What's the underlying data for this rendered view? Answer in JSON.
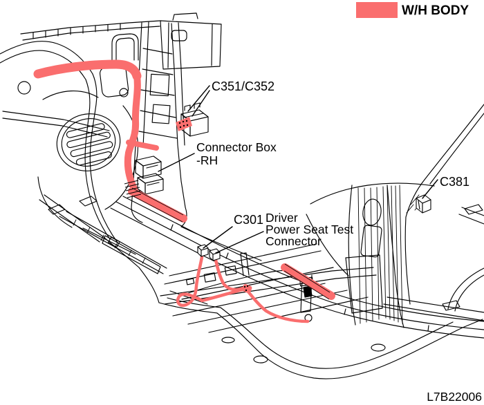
{
  "figure": {
    "code": "L7B22006"
  },
  "legend": {
    "label": "W/H BODY",
    "color": "#FA6E6E"
  },
  "callouts": {
    "c351_c352": "C351/C352",
    "connector_box_rh": [
      "Connector Box",
      "-RH"
    ],
    "c381": "C381",
    "c301": "C301",
    "driver_power_seat": [
      "Driver",
      "Power Seat Test",
      "Connector"
    ]
  },
  "colors": {
    "harness": "#FA6E6E",
    "line": "#000000",
    "background": "#FFFFFF"
  }
}
